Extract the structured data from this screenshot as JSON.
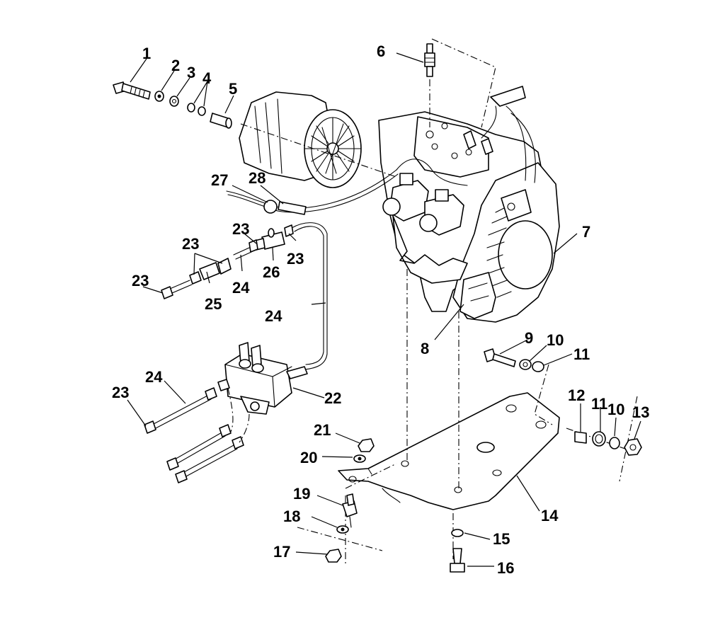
{
  "diagram": {
    "callouts": [
      {
        "num": "1"
      },
      {
        "num": "2"
      },
      {
        "num": "3"
      },
      {
        "num": "4"
      },
      {
        "num": "5"
      },
      {
        "num": "6"
      },
      {
        "num": "7"
      },
      {
        "num": "8"
      },
      {
        "num": "9"
      },
      {
        "num": "10"
      },
      {
        "num": "11"
      },
      {
        "num": "12"
      },
      {
        "num": "11"
      },
      {
        "num": "10"
      },
      {
        "num": "13"
      },
      {
        "num": "14"
      },
      {
        "num": "15"
      },
      {
        "num": "16"
      },
      {
        "num": "17"
      },
      {
        "num": "18"
      },
      {
        "num": "19"
      },
      {
        "num": "20"
      },
      {
        "num": "21"
      },
      {
        "num": "22"
      },
      {
        "num": "23"
      },
      {
        "num": "23"
      },
      {
        "num": "23"
      },
      {
        "num": "23"
      },
      {
        "num": "23"
      },
      {
        "num": "24"
      },
      {
        "num": "24"
      },
      {
        "num": "24"
      },
      {
        "num": "25"
      },
      {
        "num": "26"
      },
      {
        "num": "27"
      },
      {
        "num": "28"
      }
    ]
  }
}
